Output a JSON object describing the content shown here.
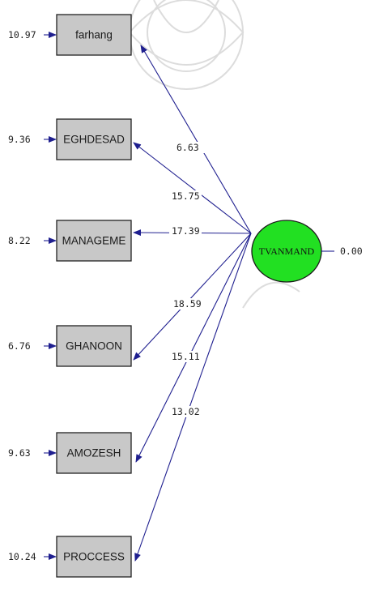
{
  "latent": {
    "label": "TVANMAND",
    "variance": "0.00"
  },
  "indicators": [
    {
      "label": "farhang",
      "loading": "6.63",
      "error": "10.97"
    },
    {
      "label": "EGHDESAD",
      "loading": "15.75",
      "error": "9.36"
    },
    {
      "label": "MANAGEME",
      "loading": "17.39",
      "error": "8.22"
    },
    {
      "label": "GHANOON",
      "loading": "18.59",
      "error": "6.76"
    },
    {
      "label": "AMOZESH",
      "loading": "15.11",
      "error": "9.63"
    },
    {
      "label": "PROCCESS",
      "loading": "13.02",
      "error": "10.24"
    }
  ],
  "colors": {
    "latent_fill": "#22e022",
    "box_fill": "#c8c8c8",
    "arrow": "#1f1f8f"
  }
}
